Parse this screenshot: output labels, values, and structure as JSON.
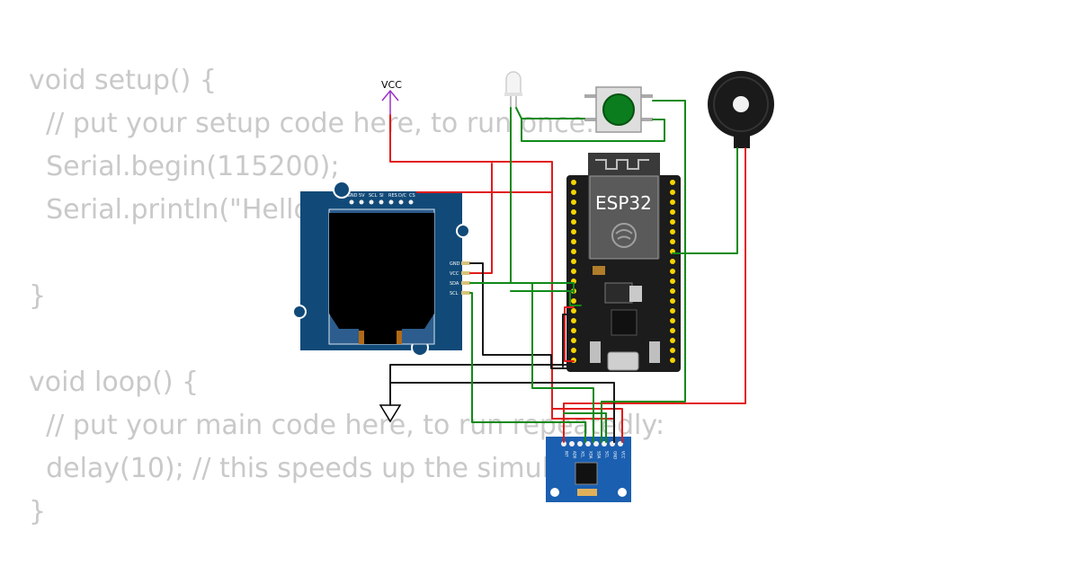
{
  "code": {
    "lines": [
      "void setup() {",
      "  // put your setup code here, to run once:",
      "  Serial.begin(115200);",
      "  Serial.println(\"Hello, ESP32!\");",
      "",
      "}",
      "",
      "void loop() {",
      "  // put your main code here, to run repeatedly:",
      "  delay(10); // this speeds up the simulation",
      "}"
    ]
  },
  "components": {
    "esp32": {
      "label": "ESP32"
    },
    "vcc": {
      "label": "VCC"
    },
    "oled": {
      "pins": [
        "GND",
        "VCC",
        "SDA",
        "SCL"
      ],
      "top_pins": [
        "GND",
        "5V",
        "SCL",
        "SI",
        "RES",
        "D/C",
        "CS"
      ]
    },
    "mpu": {
      "pins": [
        "INT",
        "AD0",
        "XCL",
        "XDA",
        "SDA",
        "SCL",
        "GND",
        "VCC"
      ]
    }
  },
  "colors": {
    "wire_red": "#e11b1b",
    "wire_green": "#108a18",
    "wire_black": "#1a1a1a",
    "board_blue": "#114a78",
    "mpu_blue": "#1b5fb0",
    "vcc_purple": "#9b2fc9",
    "code_text": "#c9c9c9"
  }
}
